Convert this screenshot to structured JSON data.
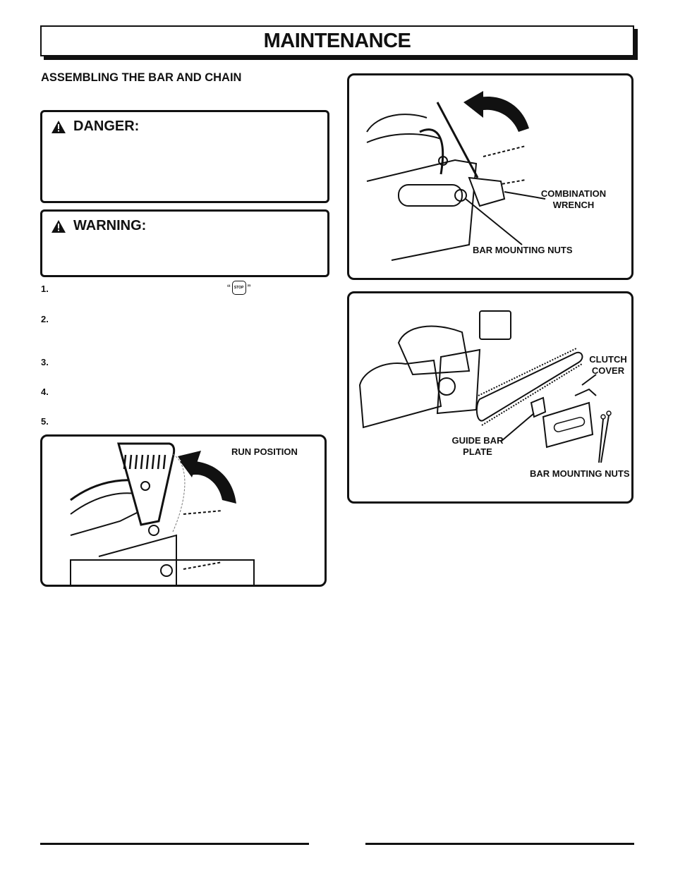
{
  "page": {
    "title": "MAINTENANCE",
    "section_heading": "ASSEMBLING THE BAR AND CHAIN"
  },
  "alerts": {
    "danger": {
      "label": "DANGER:",
      "icon": "warning-triangle-icon"
    },
    "warning": {
      "label": "WARNING:",
      "icon": "warning-triangle-icon"
    }
  },
  "steps": [
    "1.",
    "2.",
    "3.",
    "4.",
    "5."
  ],
  "step1_quote": {
    "open": "“",
    "close": "”",
    "stop_symbol": "STOP"
  },
  "figures": {
    "run_position": {
      "label": "RUN POSITION"
    },
    "wrench": {
      "combination_wrench": "COMBINATION WRENCH",
      "bar_mounting_nuts": "BAR MOUNTING NUTS"
    },
    "exploded": {
      "clutch_cover": "CLUTCH COVER",
      "guide_bar_plate": "GUIDE BAR PLATE",
      "bar_mounting_nuts": "BAR MOUNTING NUTS"
    }
  },
  "colors": {
    "ink": "#111111",
    "paper": "#ffffff"
  }
}
